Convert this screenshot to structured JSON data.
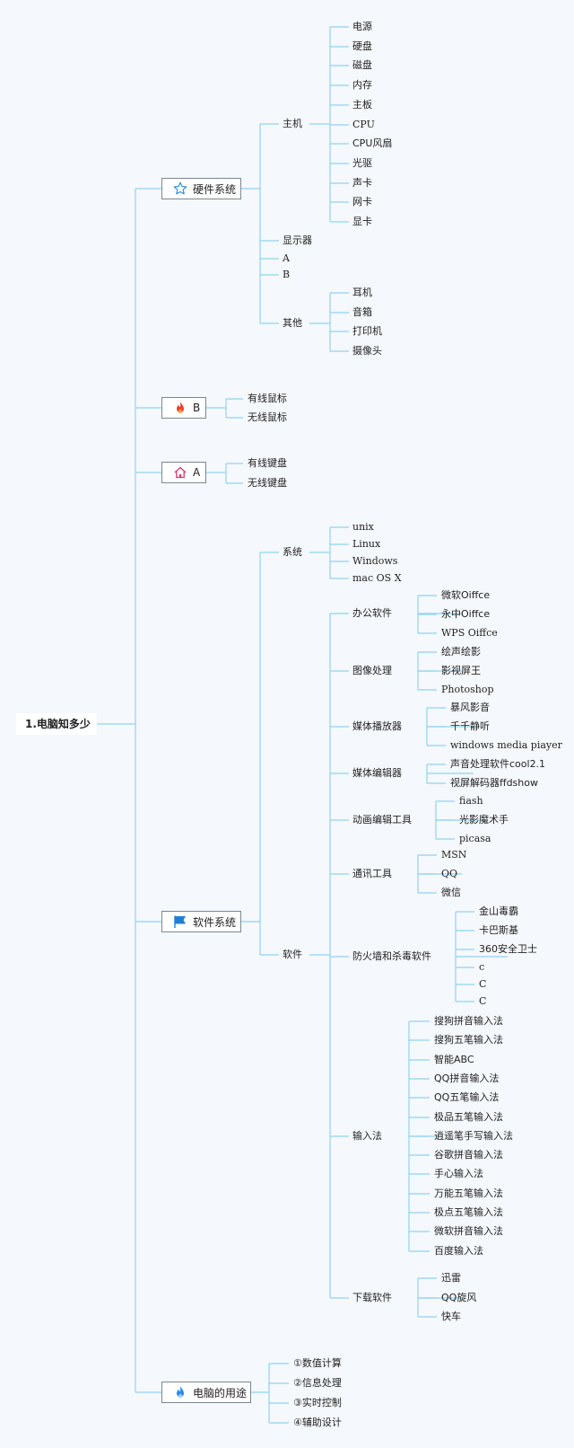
{
  "root": "1.电脑知多少",
  "colors": {
    "line": "#8fd3f2",
    "box_border": "#7a8796",
    "background": "#f5f8fc"
  },
  "branches": {
    "hardware": {
      "label": "硬件系统",
      "icon": "star-icon",
      "host": {
        "label": "主机",
        "items": [
          "电源",
          "硬盘",
          "磁盘",
          "内存",
          "主板",
          "CPU",
          "CPU风扇",
          "光驱",
          "声卡",
          "网卡",
          "显卡"
        ]
      },
      "monitor": "显示器",
      "a": "A",
      "b": "B",
      "other": {
        "label": "其他",
        "items": [
          "耳机",
          "音箱",
          "打印机",
          "摄像头"
        ]
      }
    },
    "mouse": {
      "label": "B",
      "icon": "fire-icon",
      "items": [
        "有线鼠标",
        "无线鼠标"
      ]
    },
    "keyboard": {
      "label": "A",
      "icon": "home-icon",
      "items": [
        "有线键盘",
        "无线键盘"
      ]
    },
    "software": {
      "label": "软件系统",
      "icon": "flag-icon",
      "systems": {
        "label": "系统",
        "items": [
          "unix",
          "Linux",
          "Windows",
          "mac OS X"
        ]
      },
      "apps": {
        "label": "软件",
        "office": {
          "label": "办公软件",
          "items": [
            "微软Oiffce",
            "永中Oiffce",
            "WPS Oiffce"
          ]
        },
        "image": {
          "label": "图像处理",
          "items": [
            "绘声绘影",
            "影视屏王",
            "Photoshop"
          ]
        },
        "player": {
          "label": "媒体播放器",
          "items": [
            "暴风影音",
            "千千静听",
            "windows media piayer"
          ]
        },
        "editor": {
          "label": "媒体编辑器",
          "items": [
            "声音处理软件cool2.1",
            "视屏解码器ffdshow"
          ]
        },
        "anim": {
          "label": "动画编辑工具",
          "items": [
            "fiash",
            "光影魔术手",
            "picasa"
          ]
        },
        "im": {
          "label": "通讯工具",
          "items": [
            "MSN",
            "QQ",
            "微信"
          ]
        },
        "av": {
          "label": "防火墙和杀毒软件",
          "items": [
            "金山毒霸",
            "卡巴斯基",
            "360安全卫士",
            "c",
            "C",
            "C"
          ]
        },
        "ime": {
          "label": "输入法",
          "items": [
            "搜狗拼音输入法",
            "搜狗五笔输入法",
            "智能ABC",
            "QQ拼音输入法",
            "QQ五笔输入法",
            "极品五笔输入法",
            "逍遥笔手写输入法",
            "谷歌拼音输入法",
            "手心输入法",
            "万能五笔输入法",
            "极点五笔输入法",
            "微软拼音输入法",
            "百度输入法"
          ]
        },
        "download": {
          "label": "下载软件",
          "items": [
            "迅雷",
            "QQ旋风",
            "快车"
          ]
        }
      }
    },
    "usage": {
      "label": "电脑的用途",
      "icon": "flame-icon",
      "items": [
        "①数值计算",
        "②信息处理",
        "③实时控制",
        "④辅助设计"
      ]
    }
  }
}
